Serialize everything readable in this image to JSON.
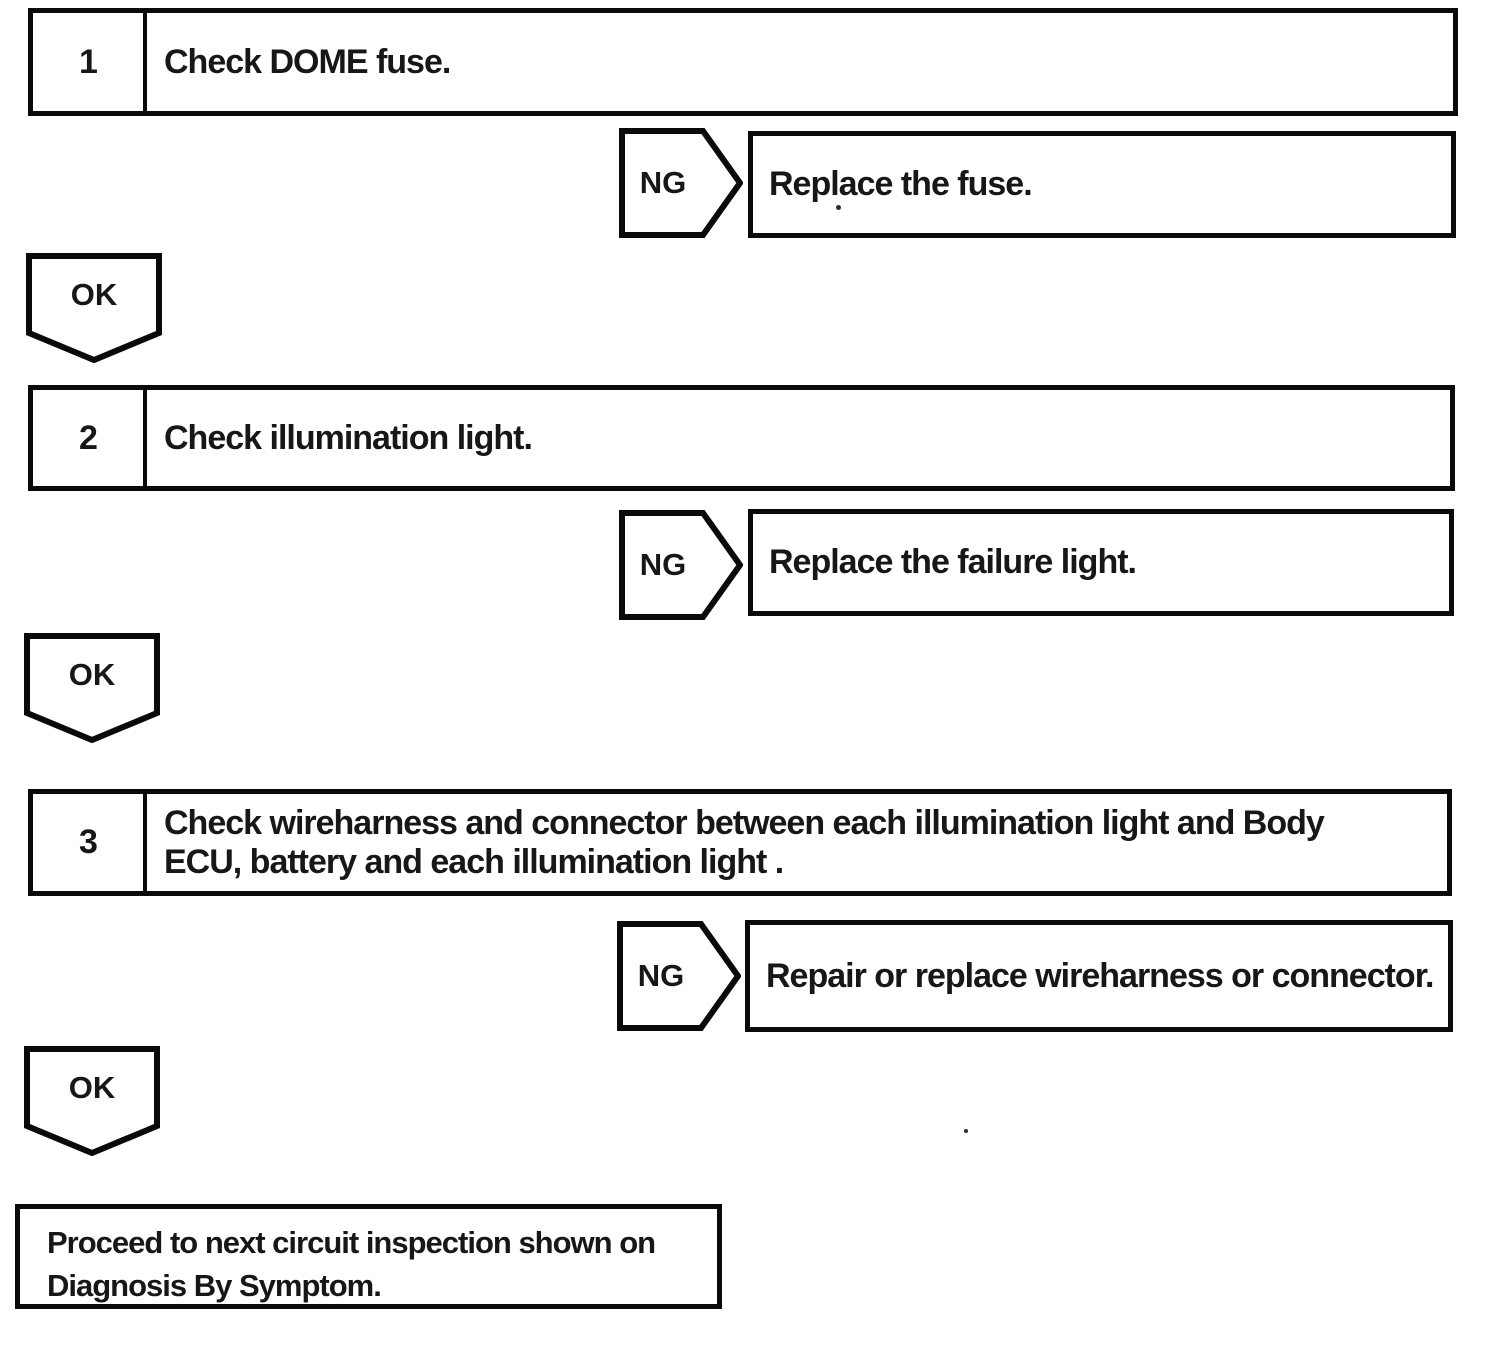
{
  "diagram": {
    "title_hint": "circuit inspection flowchart",
    "steps": [
      {
        "number": "1",
        "instruction_lines": [
          "Check DOME fuse."
        ],
        "ng_label": "NG",
        "ng_action_lines": [
          "Replace the fuse."
        ],
        "ok_label": "OK"
      },
      {
        "number": "2",
        "instruction_lines": [
          "Check illumination light."
        ],
        "ng_label": "NG",
        "ng_action_lines": [
          "Replace the failure light."
        ],
        "ok_label": "OK"
      },
      {
        "number": "3",
        "instruction_lines": [
          "Check wireharness and connector between each illumination light and Body",
          "ECU, battery and each illumination light ."
        ],
        "ng_label": "NG",
        "ng_action_lines": [
          "Repair or replace wireharness or connector."
        ],
        "ok_label": "OK"
      }
    ],
    "end_box_lines": [
      "Proceed to next circuit inspection shown on",
      "Diagnosis By Symptom."
    ]
  },
  "colors": {
    "ink": "#0a0a0a",
    "text": "#171717",
    "background": "#ffffff"
  }
}
